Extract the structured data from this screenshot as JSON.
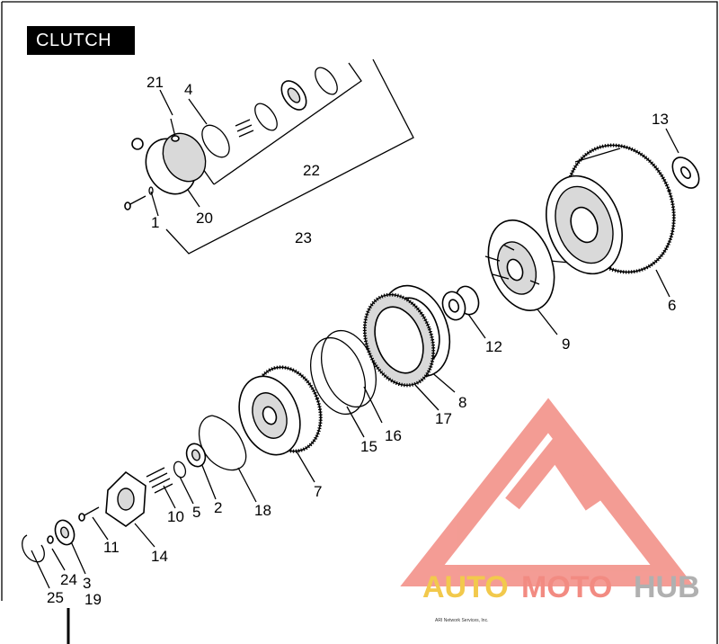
{
  "diagram": {
    "title": "CLUTCH",
    "callouts": [
      {
        "id": "c21",
        "text": "21"
      },
      {
        "id": "c4",
        "text": "4"
      },
      {
        "id": "c1",
        "text": "1"
      },
      {
        "id": "c20",
        "text": "20"
      },
      {
        "id": "c22",
        "text": "22"
      },
      {
        "id": "c23",
        "text": "23"
      },
      {
        "id": "c13",
        "text": "13"
      },
      {
        "id": "c6",
        "text": "6"
      },
      {
        "id": "c9",
        "text": "9"
      },
      {
        "id": "c12",
        "text": "12"
      },
      {
        "id": "c8",
        "text": "8"
      },
      {
        "id": "c17",
        "text": "17"
      },
      {
        "id": "c16",
        "text": "16"
      },
      {
        "id": "c15",
        "text": "15"
      },
      {
        "id": "c7",
        "text": "7"
      },
      {
        "id": "c18",
        "text": "18"
      },
      {
        "id": "c2",
        "text": "2"
      },
      {
        "id": "c5",
        "text": "5"
      },
      {
        "id": "c10",
        "text": "10"
      },
      {
        "id": "c11",
        "text": "11"
      },
      {
        "id": "c14",
        "text": "14"
      },
      {
        "id": "c3",
        "text": "3"
      },
      {
        "id": "c24",
        "text": "24"
      },
      {
        "id": "c25",
        "text": "25"
      },
      {
        "id": "c19",
        "text": "19"
      }
    ],
    "copyright": "ARI Network Services, Inc."
  },
  "watermark": {
    "part1": "AUTO",
    "part2": "MOTO",
    "part3": "HUB",
    "colors": {
      "auto": "#f2c94c",
      "moto": "#f28b82",
      "hub": "#b0b0b0",
      "logo": "#f28b82"
    }
  }
}
